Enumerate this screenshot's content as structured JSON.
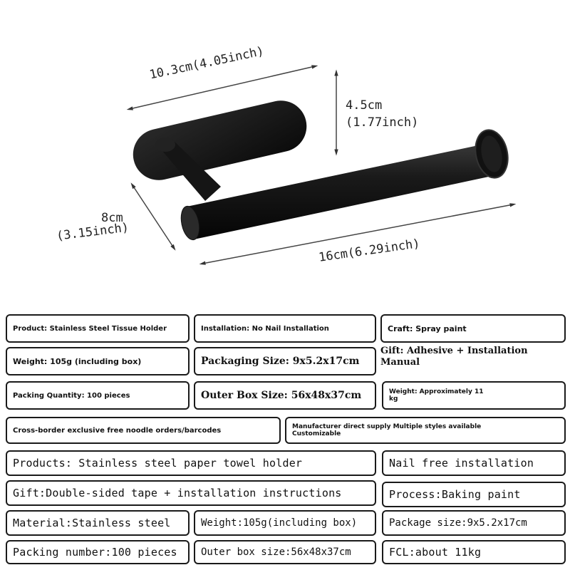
{
  "dimensions": {
    "width_top": "10.3cm(4.05inch)",
    "height_cm": "4.5cm",
    "height_inch": "(1.77inch)",
    "depth_cm": "8cm",
    "depth_inch": "(3.15inch)",
    "length": "16cm(6.29inch)"
  },
  "specs": {
    "product": "Product: Stainless Steel Tissue Holder",
    "installation": "Installation: No Nail Installation",
    "craft": "Craft: Spray paint",
    "weight": "Weight: 105g (including box)",
    "packaging_size": "Packaging Size: 9x5.2x17cm",
    "gift_1": "Gift: Adhesive + Installation",
    "gift_2": "Manual",
    "packing_quantity": "Packing Quantity: 100 pieces",
    "outer_box_size": "Outer Box Size: 56x48x37cm",
    "weight_approx_1": "Weight: Approximately 11",
    "weight_approx_2": "kg",
    "cross_border": "Cross-border exclusive free noodle orders/barcodes",
    "manufacturer_1": "Manufacturer direct supply Multiple styles available",
    "manufacturer_2": "Customizable",
    "products_en": "Products: Stainless steel paper towel holder",
    "nail_free": "Nail free installation",
    "gift_en": "Gift:Double-sided tape + installation instructions",
    "process": "Process:Baking paint",
    "material": "Material:Stainless steel",
    "weight_en": "Weight:105g(including box)",
    "package_size": "Package size:9x5.2x17cm",
    "packing_number": "Packing number:100 pieces",
    "outer_box_en": "Outer box size:56x48x37cm",
    "fcl": "FCL:about 11kg"
  }
}
